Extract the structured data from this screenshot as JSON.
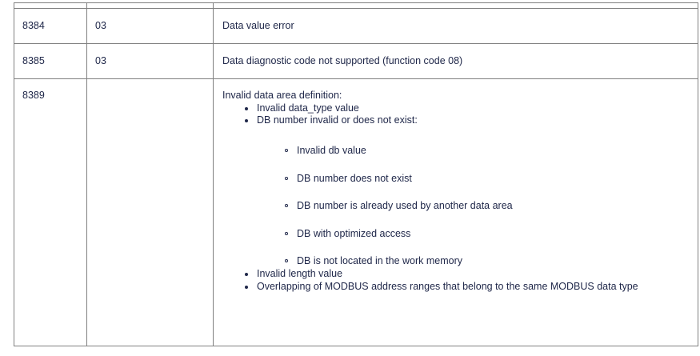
{
  "document": {
    "type": "error-code-table",
    "text_color": "#20284a",
    "border_color": "#808080",
    "background": "#ffffff"
  },
  "table": {
    "columns": [
      {
        "key": "code",
        "header": ""
      },
      {
        "key": "function_code",
        "header": ""
      },
      {
        "key": "description",
        "header": ""
      }
    ],
    "rows": [
      {
        "kind": "sliver",
        "code": "",
        "function_code": "",
        "description": ""
      },
      {
        "kind": "standard",
        "code": "8384",
        "function_code": "03",
        "description": "Data value error"
      },
      {
        "kind": "standard",
        "code": "8385",
        "function_code": "03",
        "description": "Data diagnostic code not supported (function code 08)"
      },
      {
        "kind": "tall",
        "code": "8389",
        "function_code": "",
        "description": "Invalid data area definition:",
        "bullets": [
          {
            "level": 1,
            "marker": "disc",
            "text": "Invalid data_type value"
          },
          {
            "level": 1,
            "marker": "disc",
            "text": "DB number invalid or does not exist:",
            "children": [
              {
                "level": 2,
                "marker": "circle",
                "text": "Invalid db value"
              },
              {
                "level": 2,
                "marker": "circle",
                "text": "DB number does not exist"
              },
              {
                "level": 2,
                "marker": "circle",
                "text": "DB number is already used by another data area"
              },
              {
                "level": 2,
                "marker": "circle",
                "text": "DB with optimized access"
              },
              {
                "level": 2,
                "marker": "circle",
                "text": "DB is not located in the work memory"
              }
            ]
          },
          {
            "level": 1,
            "marker": "disc",
            "text": "Invalid length value"
          },
          {
            "level": 1,
            "marker": "disc",
            "text": "Overlapping of MODBUS address ranges that belong to the same MODBUS data type"
          }
        ]
      }
    ]
  }
}
